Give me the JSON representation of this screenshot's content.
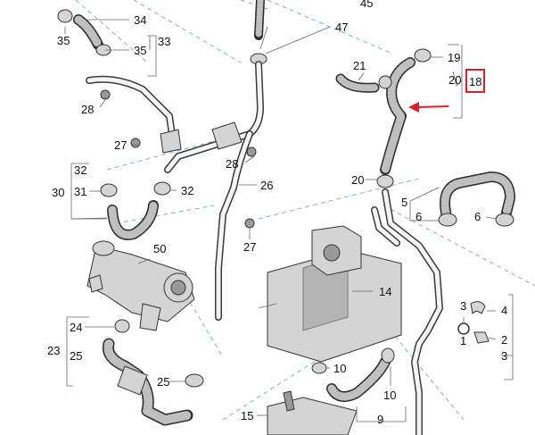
{
  "labels": {
    "p1": "1",
    "p2": "2",
    "p3a": "3",
    "p3b": "3",
    "p4": "4",
    "p5": "5",
    "p6a": "6",
    "p6b": "6",
    "p9": "9",
    "p10a": "10",
    "p10b": "10",
    "p14": "14",
    "p15": "15",
    "p18": "18",
    "p19": "19",
    "p20a": "20",
    "p20b": "20",
    "p21": "21",
    "p23": "23",
    "p24": "24",
    "p25a": "25",
    "p25b": "25",
    "p26": "26",
    "p27a": "27",
    "p27b": "27",
    "p28a": "28",
    "p28b": "28",
    "p30": "30",
    "p31": "31",
    "p32a": "32",
    "p32b": "32",
    "p33": "33",
    "p34": "34",
    "p35a": "35",
    "p35b": "35",
    "p45": "45",
    "p47": "47",
    "p50": "50"
  },
  "highlight": {
    "part": "18",
    "box_color": "#e02020",
    "arrow_color": "#e02020"
  },
  "colors": {
    "leader_dash": "#7aa7bf",
    "hose": "#2e2e2e",
    "text": "#111111"
  }
}
